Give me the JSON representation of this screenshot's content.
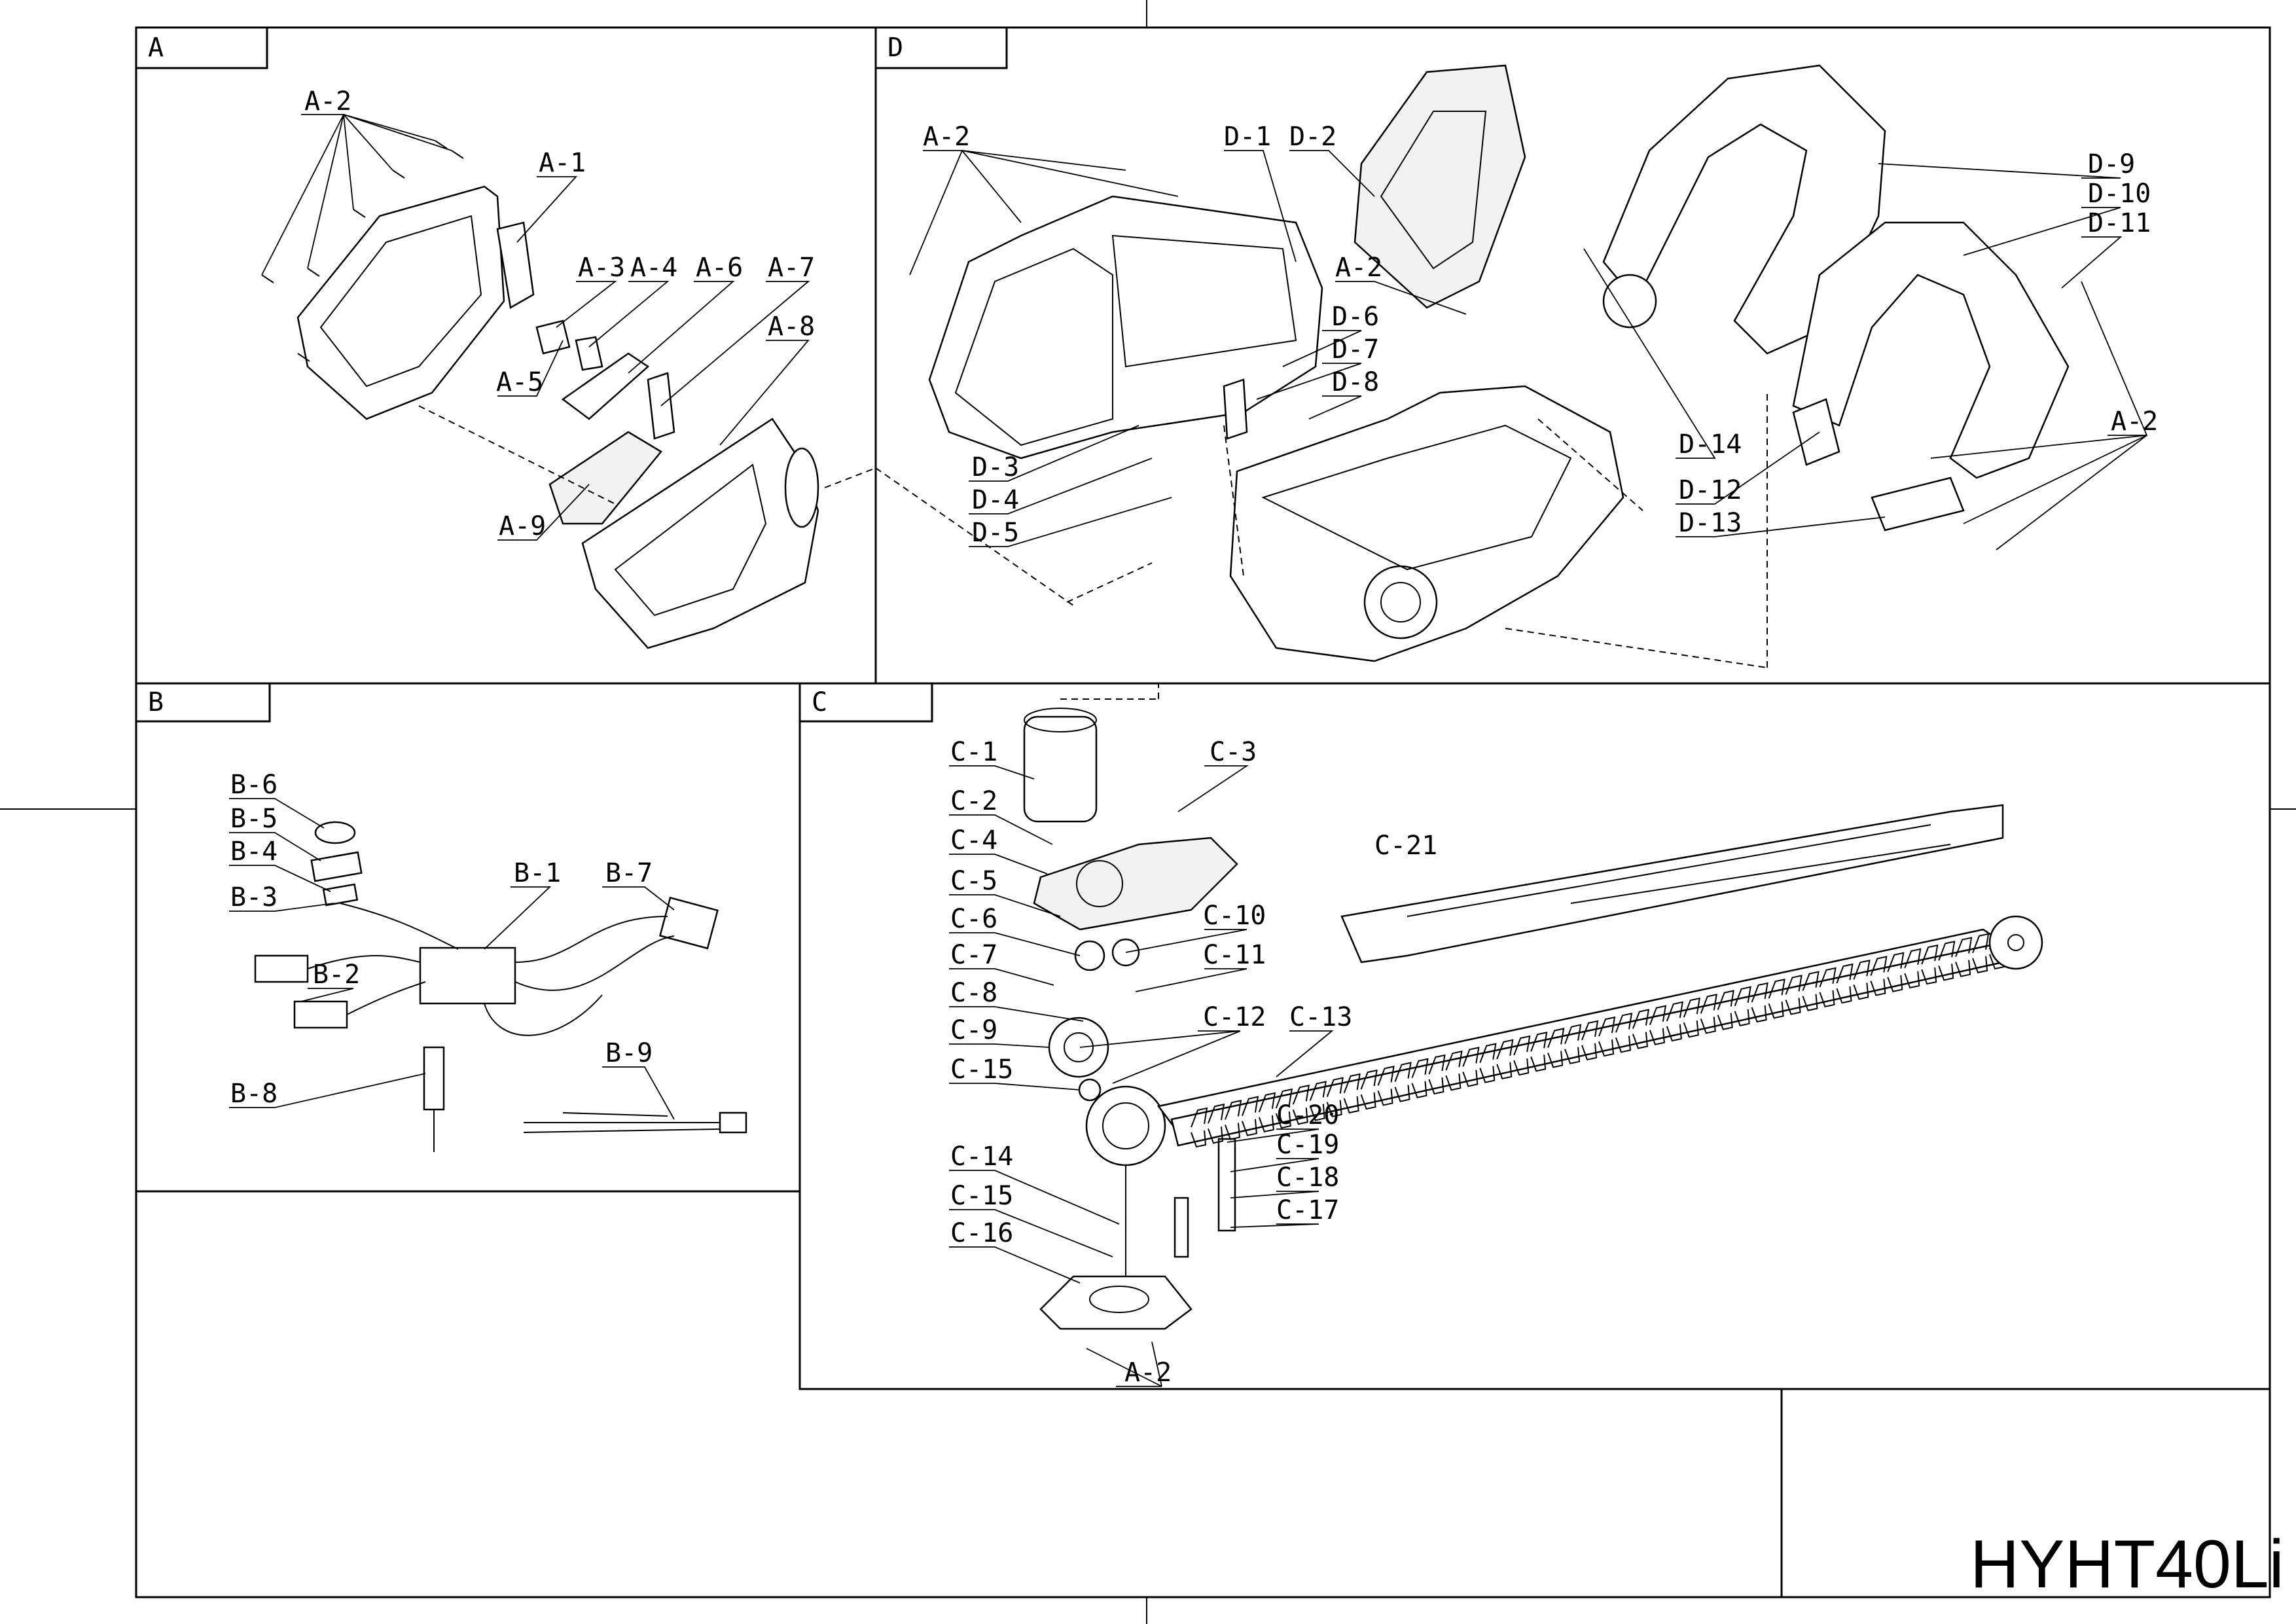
{
  "model": "HYHT40Li",
  "sections": {
    "A": {
      "tag": "A",
      "labels": [
        "A-2",
        "A-1",
        "A-3",
        "A-4",
        "A-6",
        "A-7",
        "A-8",
        "A-5",
        "A-9"
      ]
    },
    "D": {
      "tag": "D",
      "labels": [
        "A-2",
        "D-1",
        "D-2",
        "A-2",
        "D-6",
        "D-7",
        "D-8",
        "D-3",
        "D-4",
        "D-5",
        "D-9",
        "D-10",
        "D-11",
        "A-2",
        "D-14",
        "D-12",
        "D-13"
      ]
    },
    "B": {
      "tag": "B",
      "labels": [
        "B-6",
        "B-5",
        "B-4",
        "B-3",
        "B-1",
        "B-7",
        "B-2",
        "B-8",
        "B-9"
      ]
    },
    "C": {
      "tag": "C",
      "labels": [
        "C-1",
        "C-2",
        "C-4",
        "C-5",
        "C-6",
        "C-7",
        "C-8",
        "C-9",
        "C-15",
        "C-3",
        "C-10",
        "C-11",
        "C-12",
        "C-21",
        "C-13",
        "C-20",
        "C-19",
        "C-18",
        "C-17",
        "C-14",
        "C-15",
        "C-16",
        "A-2"
      ]
    }
  }
}
